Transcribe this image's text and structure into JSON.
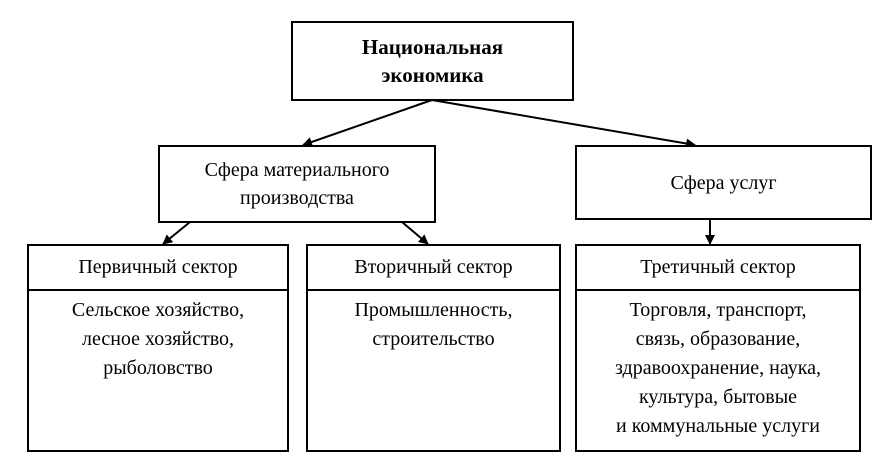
{
  "diagram": {
    "root": {
      "label": "Национальная\nэкономика"
    },
    "spheres": [
      {
        "id": "material",
        "label": "Сфера материального\nпроизводства"
      },
      {
        "id": "services",
        "label": "Сфера услуг"
      }
    ],
    "sectors": [
      {
        "id": "primary",
        "title": "Первичный сектор",
        "body": "Сельское хозяйство,\nлесное хозяйство,\nрыболовство"
      },
      {
        "id": "secondary",
        "title": "Вторичный сектор",
        "body": "Промышленность,\nстроительство"
      },
      {
        "id": "tertiary",
        "title": "Третичный сектор",
        "body": "Торговля, транспорт,\nсвязь, образование,\nздравоохранение, наука,\nкультура, бытовые\nи коммунальные услуги"
      }
    ]
  }
}
